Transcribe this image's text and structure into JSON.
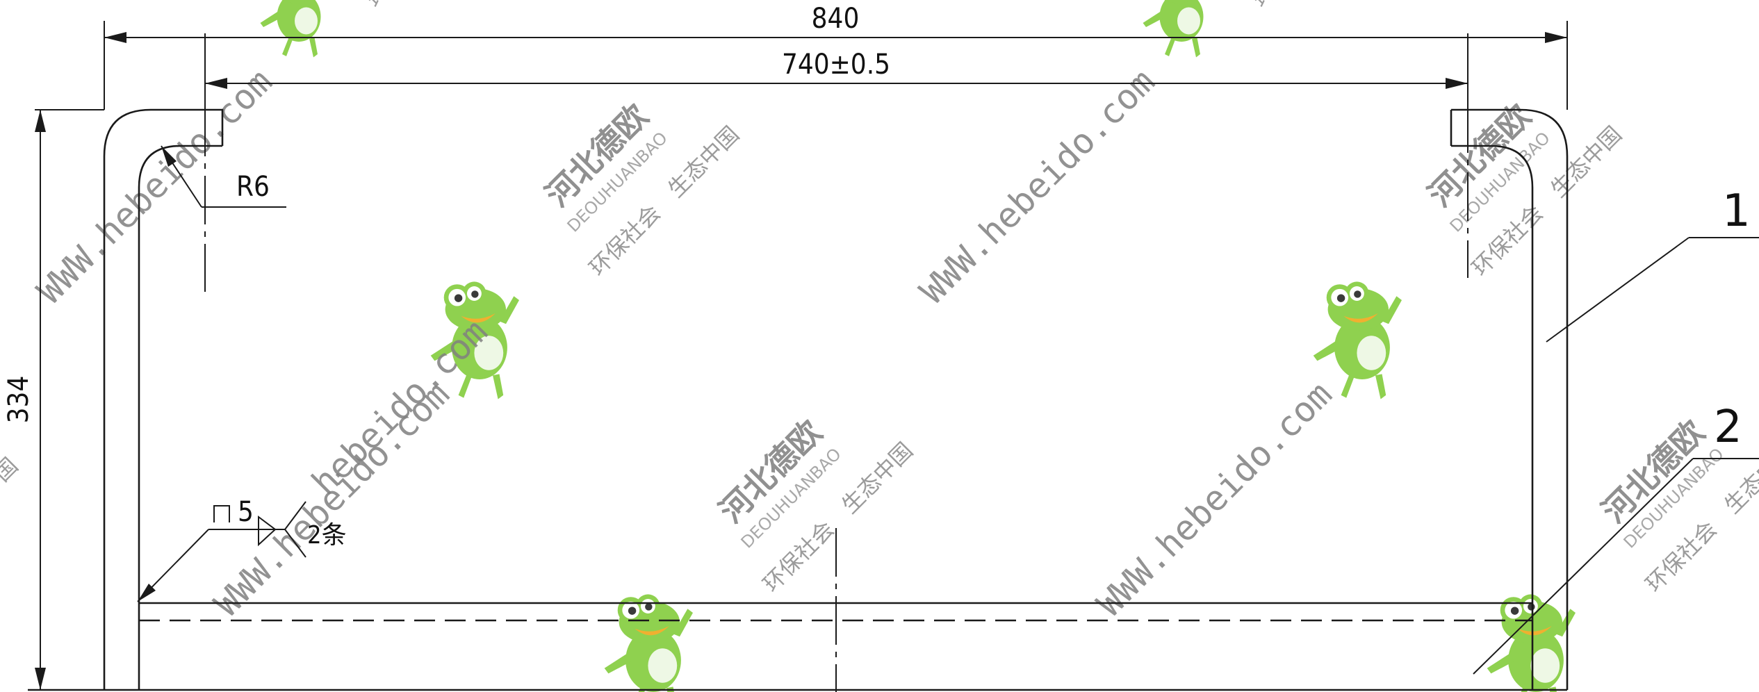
{
  "dimensions": {
    "overall_width": "840",
    "inner_width": "740±0.5",
    "height": "334",
    "radius": "R6",
    "weld_size": "5",
    "weld_note": "2条"
  },
  "part_labels": [
    "1",
    "2"
  ],
  "watermark": {
    "url": "WWW.hebeido.com",
    "url_short": "hebeido.com",
    "brand_cn": "河北德欧",
    "brand_en": "DEOUHUANBAO",
    "tagline_left": "环保社会",
    "tagline_right": "生态中国",
    "fragment_1": "环",
    "fragment_2": "国"
  },
  "colors": {
    "line": "#1a1a1a",
    "watermark_text": "#808080",
    "frog_green": "#8fd14f"
  }
}
